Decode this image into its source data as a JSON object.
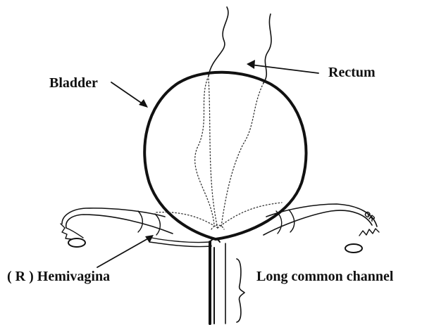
{
  "labels": {
    "bladder": "Bladder",
    "rectum": "Rectum",
    "hemivagina": "( R ) Hemivagina",
    "common_channel": "Long common channel",
    "gr_mark": "GR"
  },
  "colors": {
    "ink": "#111111",
    "background": "#ffffff"
  }
}
